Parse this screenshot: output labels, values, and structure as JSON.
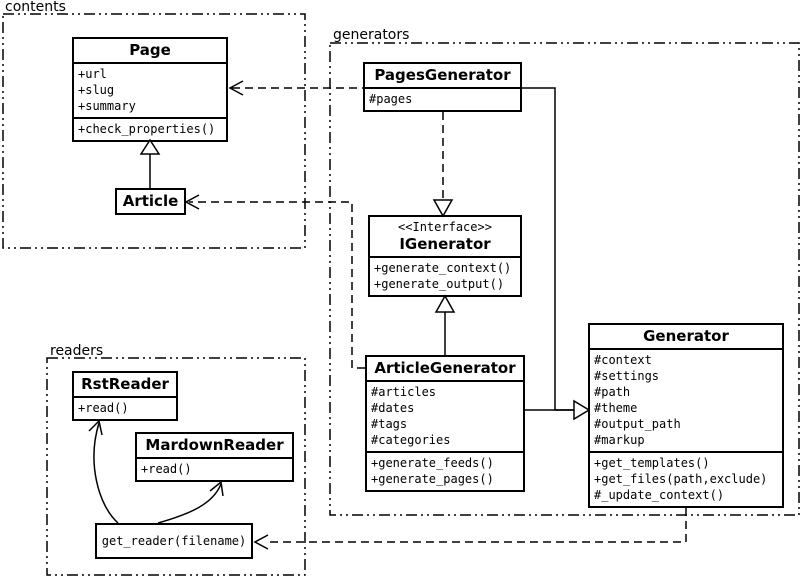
{
  "diagram": {
    "type": "uml-class-diagram",
    "colors": {
      "line": "#000000",
      "background": "#ffffff",
      "box_fill": "#ffffff"
    }
  },
  "packages": {
    "contents": {
      "label": "contents"
    },
    "generators": {
      "label": "generators"
    },
    "readers": {
      "label": "readers"
    }
  },
  "classes": {
    "page": {
      "name": "Page",
      "attributes": [
        "+url",
        "+slug",
        "+summary"
      ],
      "methods": [
        "+check_properties()"
      ]
    },
    "article": {
      "name": "Article"
    },
    "pages_generator": {
      "name": "PagesGenerator",
      "attributes": [
        "#pages"
      ]
    },
    "igenerator": {
      "stereotype": "<<Interface>>",
      "name": "IGenerator",
      "methods": [
        "+generate_context()",
        "+generate_output()"
      ]
    },
    "article_generator": {
      "name": "ArticleGenerator",
      "attributes": [
        "#articles",
        "#dates",
        "#tags",
        "#categories"
      ],
      "methods": [
        "+generate_feeds()",
        "+generate_pages()"
      ]
    },
    "generator": {
      "name": "Generator",
      "attributes": [
        "#context",
        "#settings",
        "#path",
        "#theme",
        "#output_path",
        "#markup"
      ],
      "methods": [
        "+get_templates()",
        "+get_files(path,exclude)",
        "#_update_context()"
      ]
    },
    "rst_reader": {
      "name": "RstReader",
      "methods": [
        "+read()"
      ]
    },
    "markdown_reader": {
      "name": "MardownReader",
      "methods": [
        "+read()"
      ]
    },
    "get_reader": {
      "label": "get_reader(filename)"
    }
  }
}
